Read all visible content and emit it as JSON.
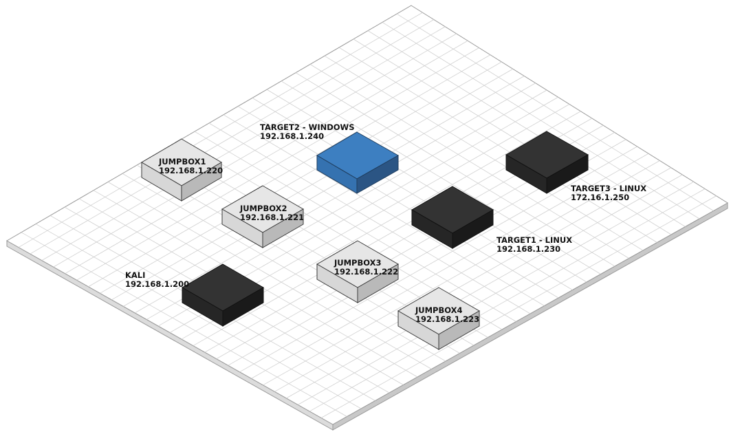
{
  "nodes": [
    {
      "id": "jumpbox1",
      "name": "JUMPBOX1",
      "ip": "192.168.1.220",
      "color": "#e6e6e6"
    },
    {
      "id": "jumpbox2",
      "name": "JUMPBOX2",
      "ip": "192.168.1.221",
      "color": "#e6e6e6"
    },
    {
      "id": "jumpbox3",
      "name": "JUMPBOX3",
      "ip": "192.168.1.222",
      "color": "#e6e6e6"
    },
    {
      "id": "jumpbox4",
      "name": "JUMPBOX4",
      "ip": "192.168.1.223",
      "color": "#e6e6e6"
    },
    {
      "id": "target2",
      "name": "TARGET2 - WINDOWS",
      "ip": "192.168.1.240",
      "color": "#3d7fc1"
    },
    {
      "id": "target1",
      "name": "TARGET1 - LINUX",
      "ip": "192.168.1.230",
      "color": "#333333"
    },
    {
      "id": "target3",
      "name": "TARGET3 - LINUX",
      "ip": "172.16.1.250",
      "color": "#333333"
    },
    {
      "id": "kali",
      "name": "KALI",
      "ip": "192.168.1.200",
      "color": "#333333"
    }
  ]
}
